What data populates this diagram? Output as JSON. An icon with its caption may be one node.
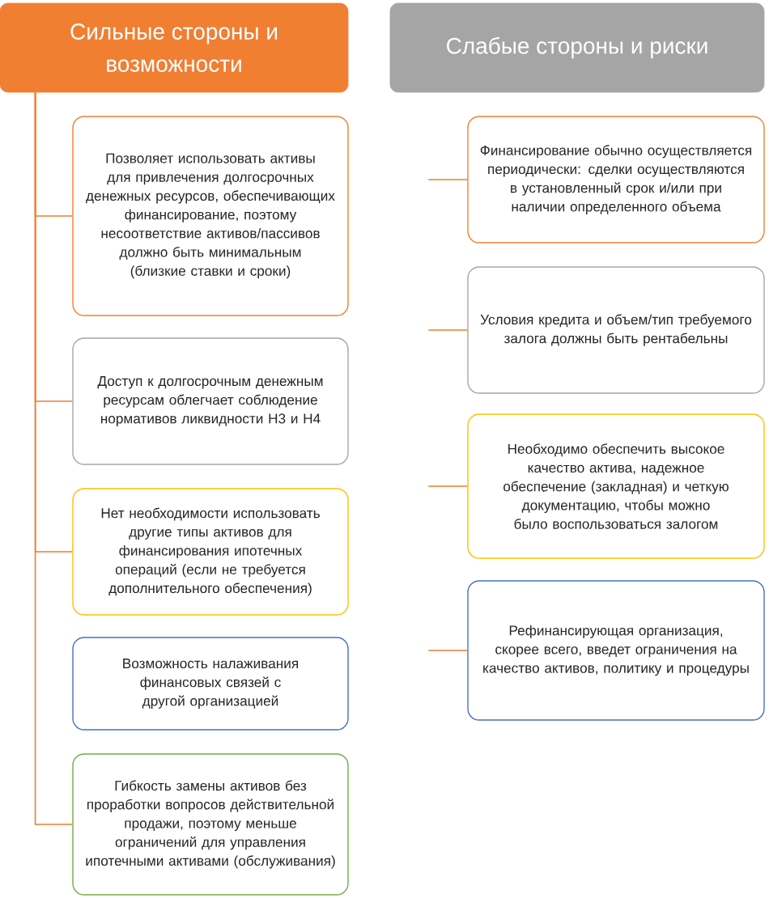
{
  "diagram": {
    "nodes": [
      {
        "text": [
          "Сильные стороны и возможности"
        ]
      },
      {
        "text": [
          "Позволяет использовать активы для привлечения долгосрочных денежных ресурсов, обеспечивающих финансирование, поэтому несоответствие активов/пассивов должно быть минимальным (близкие ставки и сроки)"
        ]
      },
      {
        "text": [
          "Доступ к долгосрочным денежным ресурсам облегчает соблюдение нормативов ликвидности Н3 и Н4"
        ]
      },
      {
        "text": [
          "Нет необходимости использовать другие типы активов для финансирования ипотечных операций (если не требуется дополнительного обеспечения)"
        ]
      },
      {
        "text": [
          "Возможность налаживания финансовых связей с другой организацией"
        ]
      },
      {
        "text": [
          "Гибкость замены активов без проработки вопросов действительной продажи, поэтому меньше ограничений для управления ипотечными активами (обслуживания)"
        ]
      },
      {
        "text": [
          "Слабые стороны и риски"
        ]
      },
      {
        "text": [
          "Финансирование обычно осуществляется периодически: сделки осуществляются в установленный срок и/или при наличии определенного объема"
        ]
      },
      {
        "text": [
          "Условия кредита и объем/тип требуемого залога должны быть рентабельны"
        ]
      },
      {
        "text": [
          "Необходимо обеспечить высокое качество актива, надежное обеспечение (закладная) и четкую документацию, чтобы можно было воспользоваться залогом"
        ]
      },
      {
        "text": [
          "Рефинансирующая организация, скорее всего, введет ограничения на качество активов, политику и процедуры"
        ]
      }
    ],
    "edges": [
      {
        "from": 0,
        "to": 1,
        "arrow": "none"
      },
      {
        "from": 0,
        "to": 2,
        "arrow": "none"
      },
      {
        "from": 0,
        "to": 3,
        "arrow": "none"
      },
      {
        "from": 0,
        "to": 5,
        "arrow": "none"
      },
      {
        "from": null,
        "to": 7,
        "arrow": "none"
      },
      {
        "from": null,
        "to": 8,
        "arrow": "none"
      },
      {
        "from": null,
        "to": 9,
        "arrow": "none"
      },
      {
        "from": null,
        "to": 10,
        "arrow": "none"
      }
    ]
  }
}
